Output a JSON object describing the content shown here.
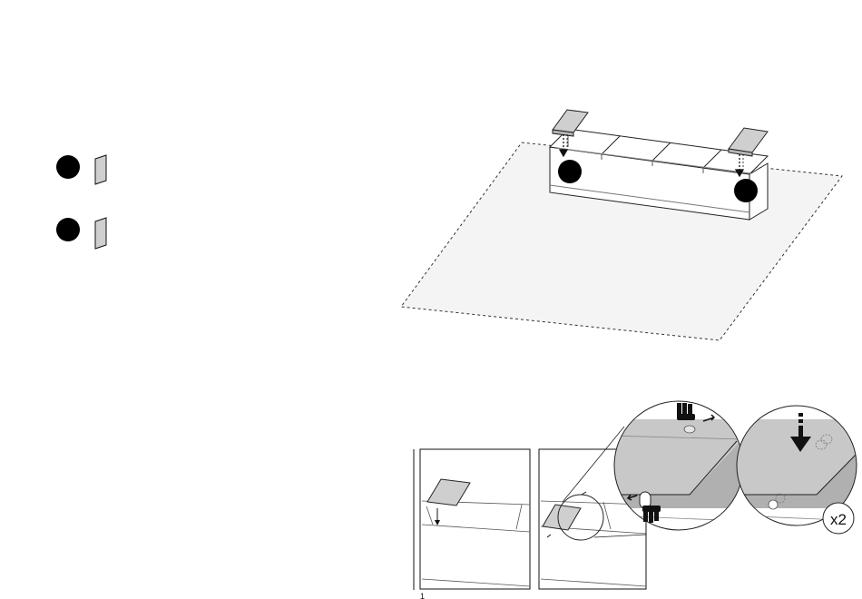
{
  "parts_legend": {
    "items": [
      {
        "marker": "filled-circle",
        "part": "end-panel"
      },
      {
        "marker": "filled-circle",
        "part": "end-panel"
      }
    ]
  },
  "steps": {
    "detail_multiplier": "x2",
    "page_number": "1"
  },
  "colors": {
    "line": "#111111",
    "panel_fill": "#cfcfcf",
    "floor_fill": "#f3f3f3",
    "detail_fill": "#c8c8c8",
    "marker": "#000000"
  },
  "icons": [
    "filled-circle-marker",
    "down-arrow-icon",
    "hand-press-icon",
    "dowel-icon"
  ]
}
